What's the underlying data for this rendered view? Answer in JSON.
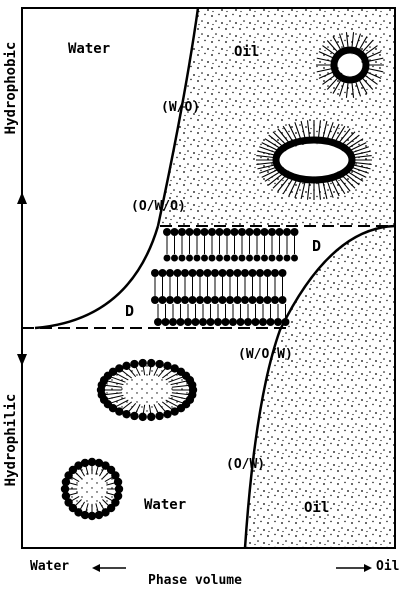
{
  "axis": {
    "hydrophobic": "Hydrophobic",
    "hydrophilic": "Hydrophilic",
    "water_end": "Water",
    "oil_end": "Oil",
    "xlabel": "Phase volume"
  },
  "regions": {
    "water_top": "Water",
    "oil_top": "Oil",
    "water_bottom": "Water",
    "oil_bottom": "Oil"
  },
  "phases": {
    "wo": "(W/O)",
    "owo": "(O/W/O)",
    "wow": "(W/O/W)",
    "ow": "(O/W)",
    "d_left": "D",
    "d_right": "D"
  }
}
